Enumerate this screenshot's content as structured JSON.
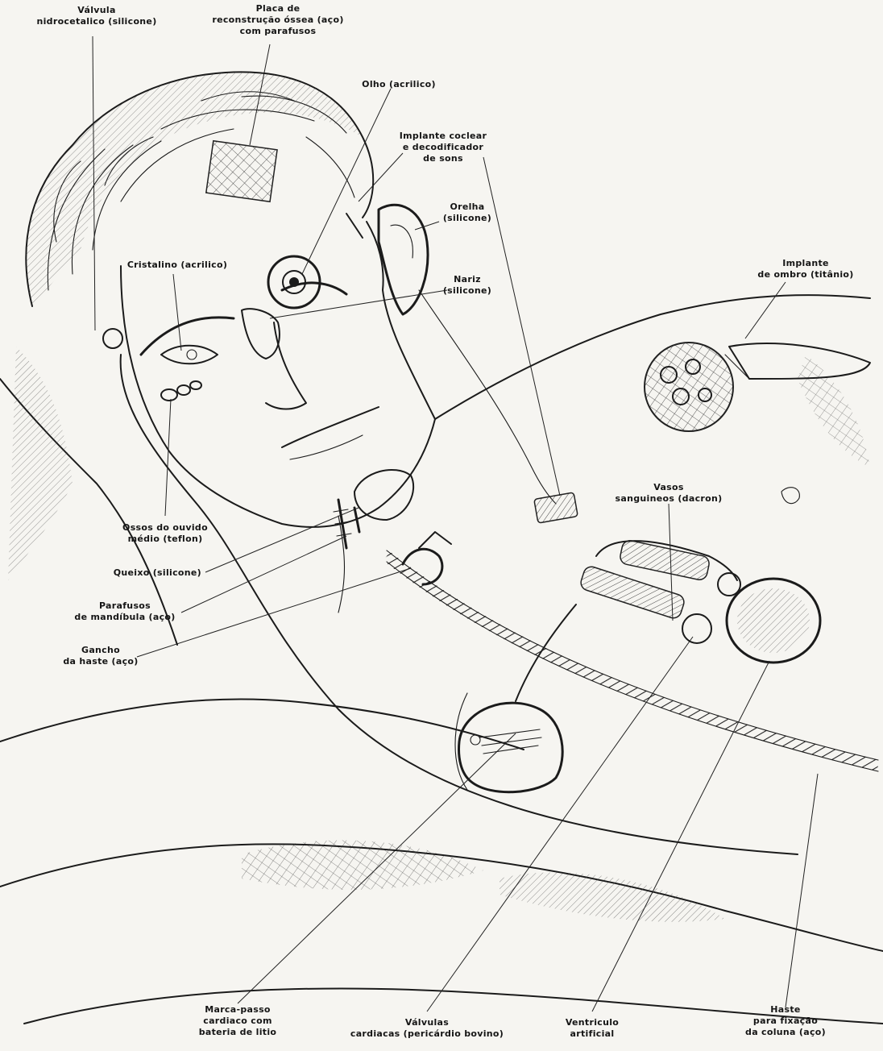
{
  "labels": {
    "valvula": [
      "Válvula",
      "nidrocetalico (silicone)"
    ],
    "placa": [
      "Placa de",
      "reconstrução óssea (aço)",
      "com parafusos"
    ],
    "olho": [
      "Olho (acrilico)"
    ],
    "implante_coclear": [
      "Implante coclear",
      "e decodificador",
      "de sons"
    ],
    "orelha": [
      "Orelha",
      "(silicone)"
    ],
    "cristalino": [
      "Cristalino (acrilico)"
    ],
    "nariz": [
      "Nariz",
      "(silicone)"
    ],
    "ombro": [
      "Implante",
      "de ombro (titânio)"
    ],
    "ossos_ouvido": [
      "Ossos do ouvido",
      "médio (teflon)"
    ],
    "vasos": [
      "Vasos",
      "sanguineos (dacron)"
    ],
    "queixo": [
      "Queixo (silicone)"
    ],
    "parafusos_mandibula": [
      "Parafusos",
      "de mandíbula (aço)"
    ],
    "gancho": [
      "Gancho",
      "da haste (aço)"
    ],
    "marca_passo": [
      "Marca-passo",
      "cardiaco com",
      "bateria de litio"
    ],
    "valvulas_cardiacas": [
      "Válvulas",
      "cardiacas (pericárdio bovino)"
    ],
    "ventriculo": [
      "Ventriculo",
      "artificial"
    ],
    "haste": [
      "Haste",
      "para fixação",
      "da coluna (aço)"
    ]
  },
  "colors": {
    "ink": "#1b1b1b",
    "paper": "#f6f5f1",
    "shade": "#6b6b6b"
  }
}
